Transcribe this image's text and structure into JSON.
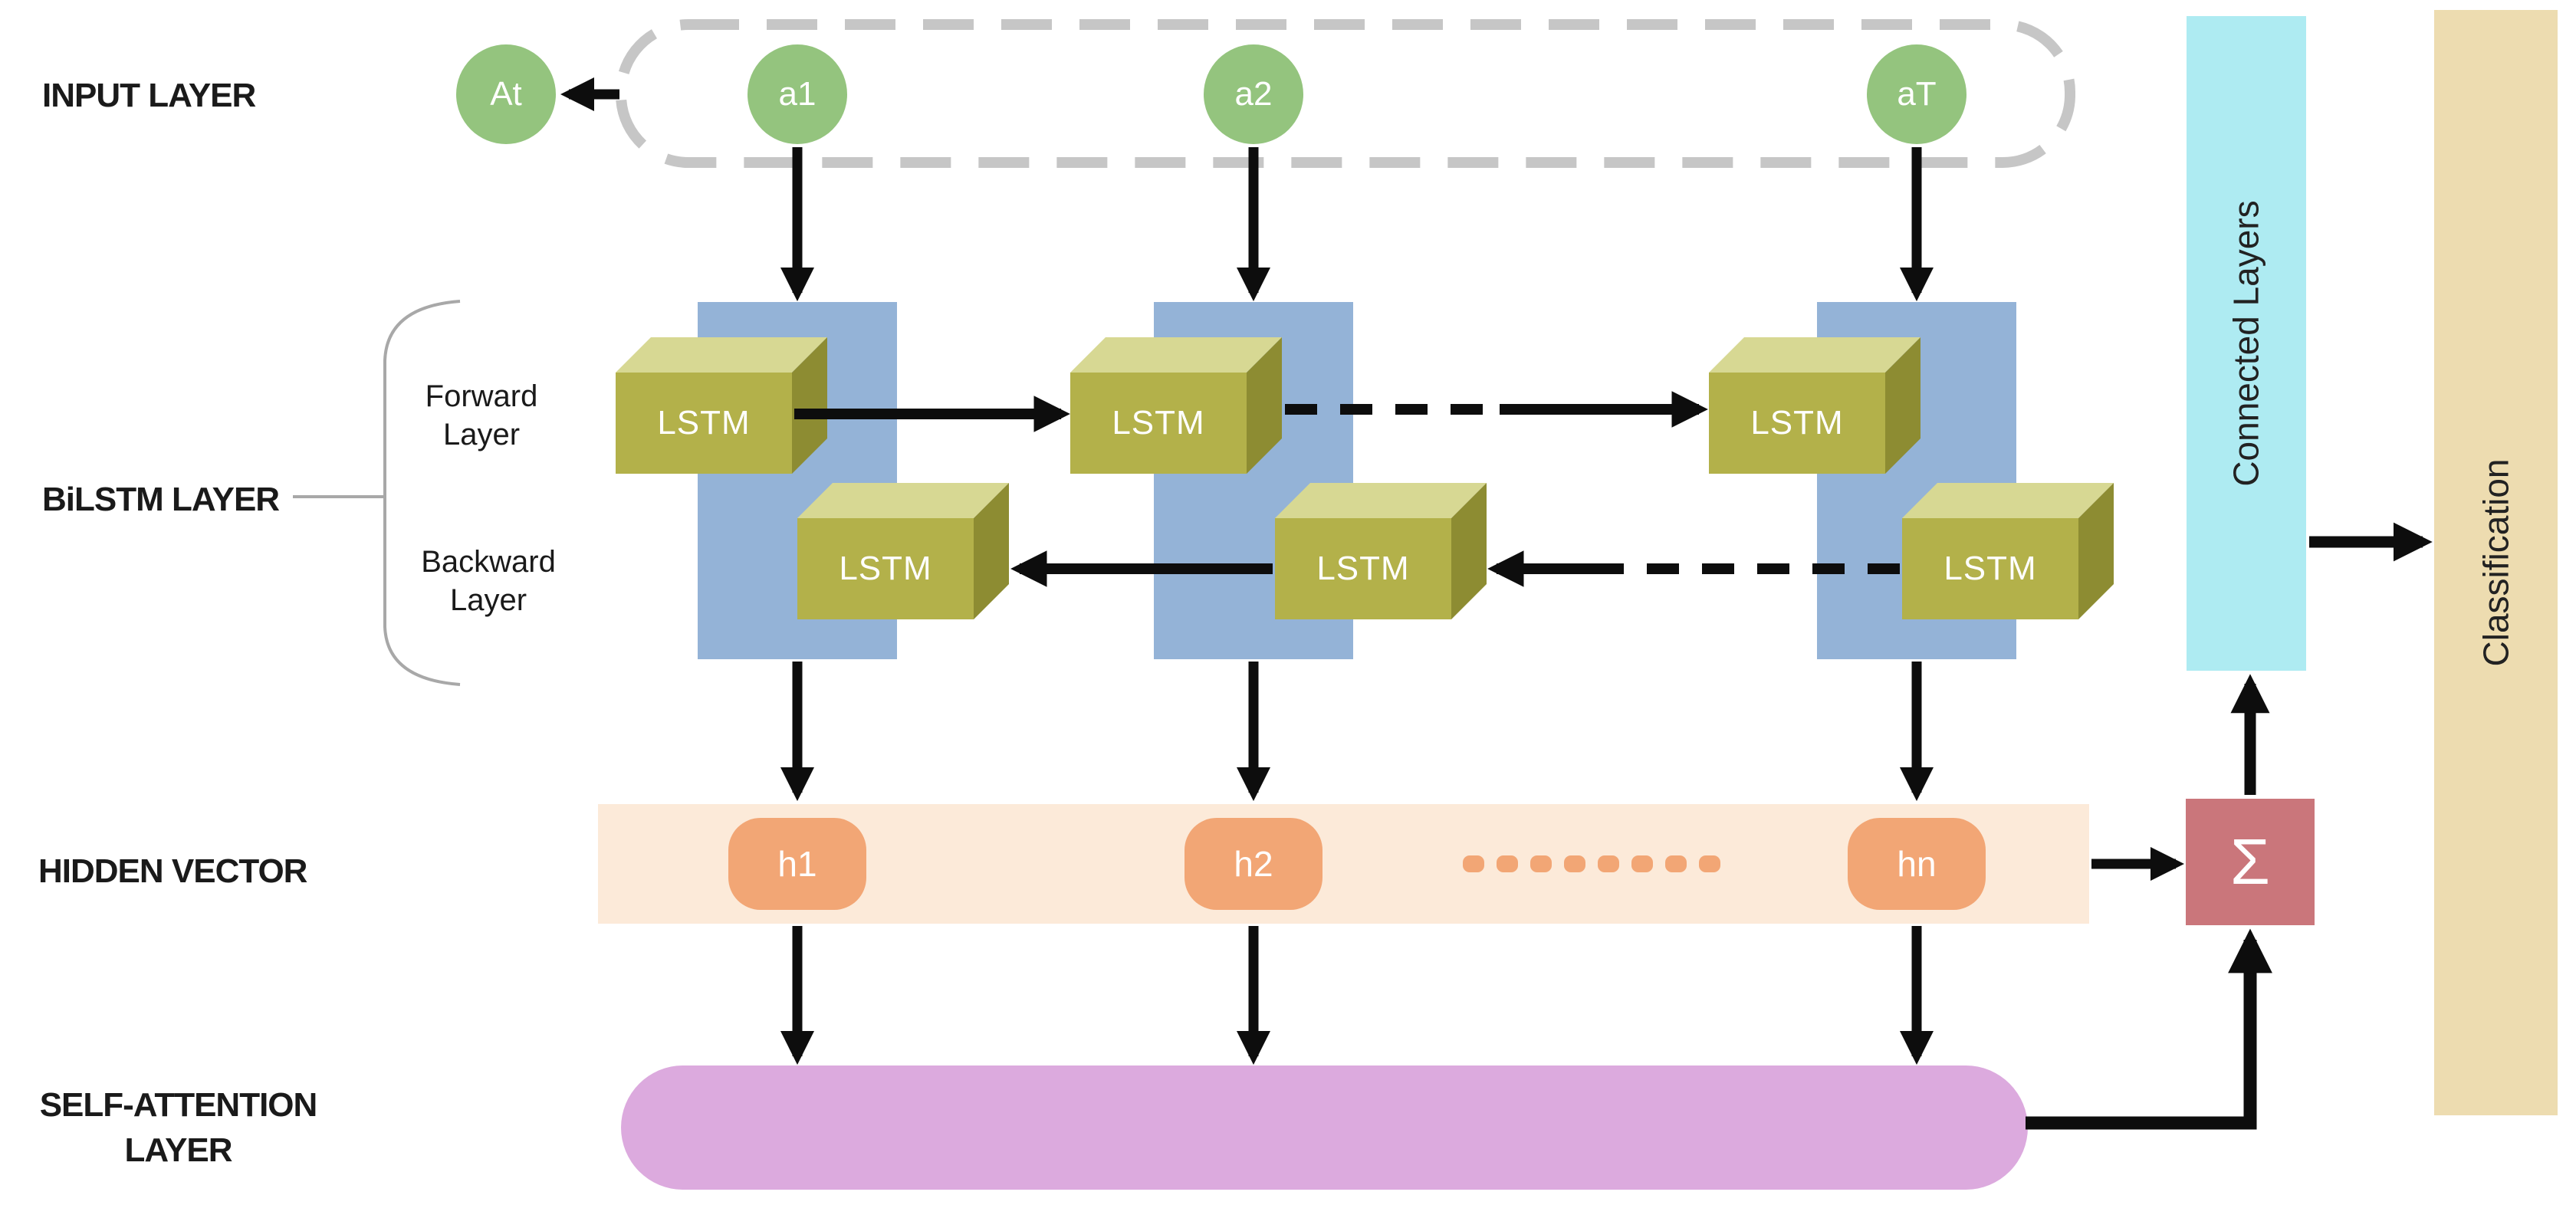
{
  "layer_labels": {
    "input": "INPUT LAYER",
    "bilstm": "BiLSTM LAYER",
    "forward": "Forward Layer",
    "backward": "Backward Layer",
    "hidden": "HIDDEN VECTOR",
    "attention": "SELF-ATTENTION LAYER"
  },
  "input_layer": {
    "detached_node": "At",
    "sequence_nodes": [
      "a1",
      "a2",
      "aT"
    ]
  },
  "bilstm_layer": {
    "cell_label": "LSTM"
  },
  "hidden_vector": {
    "nodes": [
      "h1",
      "h2",
      "hn"
    ]
  },
  "aggregation": {
    "symbol": "Σ"
  },
  "output_panels": {
    "connected_layers": "Connected Layers",
    "classification": "Classification"
  },
  "colors": {
    "input_node_green": "#94c47e",
    "bilstm_column_blue": "#94b3d7",
    "lstm_front": "#b3b14a",
    "lstm_top": "#d7d893",
    "lstm_side": "#8d8c32",
    "hidden_band": "#fcead9",
    "hidden_node": "#f2a675",
    "attention_purple": "#dcaade",
    "sum_box": "#ca767b",
    "connected_bar": "#aeebf2",
    "classification_bar": "#eddcb0",
    "arrow_black": "#0d0d0d",
    "dashed_border_gray": "#c6c6c6",
    "brace_gray": "#a8a8a8"
  }
}
